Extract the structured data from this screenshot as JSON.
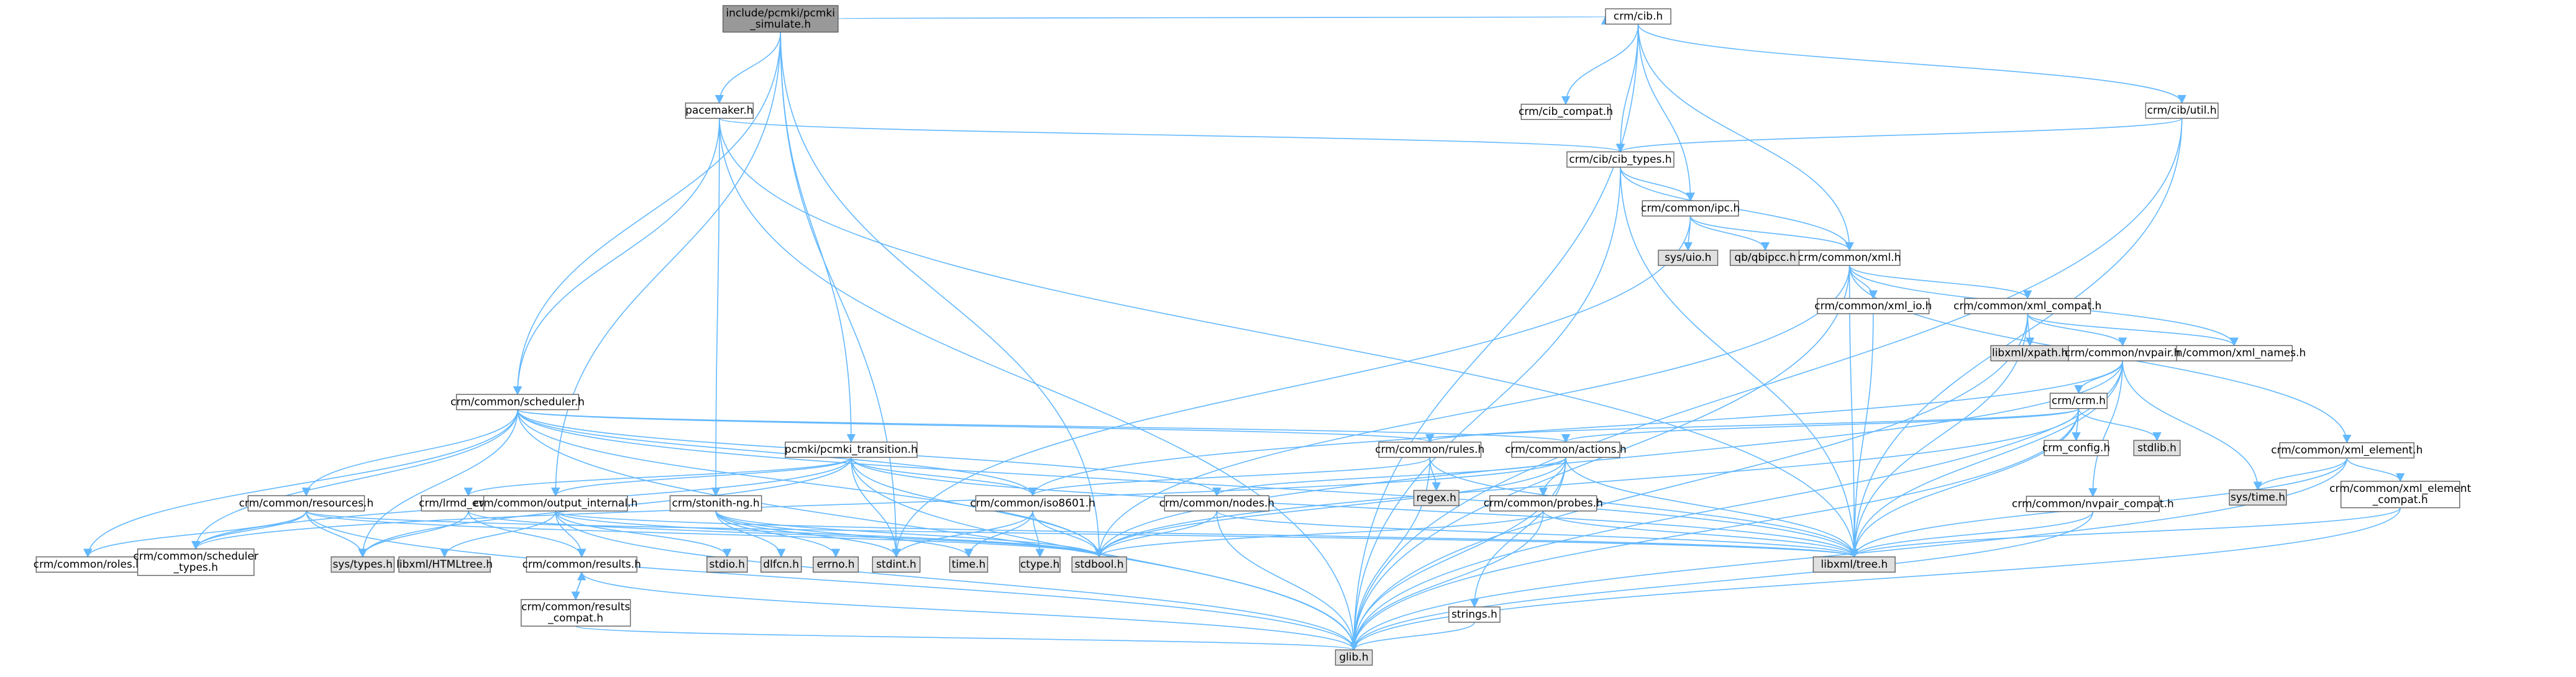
{
  "diagram": {
    "colors": {
      "root_fill": "#999999",
      "node_fill": "#ffffff",
      "system_fill": "#e0e0e0",
      "missing_border": "#ff0000",
      "edge": "#63b8ff"
    },
    "nodes": [
      {
        "id": "root",
        "lines": [
          "include/pcmki/pcmki",
          "_simulate.h"
        ],
        "style": "root"
      },
      {
        "id": "crm_cib",
        "lines": [
          "crm/cib.h"
        ],
        "style": "normal"
      },
      {
        "id": "pacemaker",
        "lines": [
          "pacemaker.h"
        ],
        "style": "normal"
      },
      {
        "id": "cib_compat",
        "lines": [
          "crm/cib_compat.h"
        ],
        "style": "normal"
      },
      {
        "id": "cib_util",
        "lines": [
          "crm/cib/util.h"
        ],
        "style": "normal"
      },
      {
        "id": "cib_types",
        "lines": [
          "crm/cib/cib_types.h"
        ],
        "style": "normal"
      },
      {
        "id": "ipc",
        "lines": [
          "crm/common/ipc.h"
        ],
        "style": "normal"
      },
      {
        "id": "sys_uio",
        "lines": [
          "sys/uio.h"
        ],
        "style": "system"
      },
      {
        "id": "qb_ipcc",
        "lines": [
          "qb/qbipcc.h"
        ],
        "style": "system"
      },
      {
        "id": "xml",
        "lines": [
          "crm/common/xml.h"
        ],
        "style": "normal"
      },
      {
        "id": "xml_io",
        "lines": [
          "crm/common/xml_io.h"
        ],
        "style": "normal"
      },
      {
        "id": "xml_compat",
        "lines": [
          "crm/common/xml_compat.h"
        ],
        "style": "normal"
      },
      {
        "id": "libxml_xpath",
        "lines": [
          "libxml/xpath.h"
        ],
        "style": "system"
      },
      {
        "id": "xml_names",
        "lines": [
          "crm/common/xml_names.h"
        ],
        "style": "normal"
      },
      {
        "id": "nvpair",
        "lines": [
          "crm/common/nvpair.h"
        ],
        "style": "normal"
      },
      {
        "id": "crm_h",
        "lines": [
          "crm/crm.h"
        ],
        "style": "missing"
      },
      {
        "id": "crm_config",
        "lines": [
          "crm_config.h"
        ],
        "style": "normal"
      },
      {
        "id": "stdlib",
        "lines": [
          "stdlib.h"
        ],
        "style": "system"
      },
      {
        "id": "xml_element",
        "lines": [
          "crm/common/xml_element.h"
        ],
        "style": "normal"
      },
      {
        "id": "sys_time",
        "lines": [
          "sys/time.h"
        ],
        "style": "system"
      },
      {
        "id": "xml_element_compat",
        "lines": [
          "crm/common/xml_element",
          "_compat.h"
        ],
        "style": "normal"
      },
      {
        "id": "nvpair_compat",
        "lines": [
          "crm/common/nvpair_compat.h"
        ],
        "style": "normal"
      },
      {
        "id": "scheduler",
        "lines": [
          "crm/common/scheduler.h"
        ],
        "style": "normal"
      },
      {
        "id": "pcmki_transition",
        "lines": [
          "pcmki/pcmki_transition.h"
        ],
        "style": "normal"
      },
      {
        "id": "rules",
        "lines": [
          "crm/common/rules.h"
        ],
        "style": "normal"
      },
      {
        "id": "actions",
        "lines": [
          "crm/common/actions.h"
        ],
        "style": "normal"
      },
      {
        "id": "regex",
        "lines": [
          "regex.h"
        ],
        "style": "system"
      },
      {
        "id": "resources",
        "lines": [
          "crm/common/resources.h"
        ],
        "style": "normal"
      },
      {
        "id": "lrmd_events",
        "lines": [
          "crm/lrmd_events.h"
        ],
        "style": "normal"
      },
      {
        "id": "output_internal",
        "lines": [
          "crm/common/output_internal.h"
        ],
        "style": "normal"
      },
      {
        "id": "stonith_ng",
        "lines": [
          "crm/stonith-ng.h"
        ],
        "style": "normal"
      },
      {
        "id": "iso8601",
        "lines": [
          "crm/common/iso8601.h"
        ],
        "style": "normal"
      },
      {
        "id": "nodes",
        "lines": [
          "crm/common/nodes.h"
        ],
        "style": "normal"
      },
      {
        "id": "probes",
        "lines": [
          "crm/common/probes.h"
        ],
        "style": "normal"
      },
      {
        "id": "roles",
        "lines": [
          "crm/common/roles.h"
        ],
        "style": "normal"
      },
      {
        "id": "scheduler_types",
        "lines": [
          "crm/common/scheduler",
          "_types.h"
        ],
        "style": "normal"
      },
      {
        "id": "sys_types",
        "lines": [
          "sys/types.h"
        ],
        "style": "system"
      },
      {
        "id": "libxml_htmltree",
        "lines": [
          "libxml/HTMLtree.h"
        ],
        "style": "system"
      },
      {
        "id": "results",
        "lines": [
          "crm/common/results.h"
        ],
        "style": "normal"
      },
      {
        "id": "stdio",
        "lines": [
          "stdio.h"
        ],
        "style": "system"
      },
      {
        "id": "dlfcn",
        "lines": [
          "dlfcn.h"
        ],
        "style": "system"
      },
      {
        "id": "errno",
        "lines": [
          "errno.h"
        ],
        "style": "system"
      },
      {
        "id": "stdint",
        "lines": [
          "stdint.h"
        ],
        "style": "system"
      },
      {
        "id": "time_h",
        "lines": [
          "time.h"
        ],
        "style": "system"
      },
      {
        "id": "ctype",
        "lines": [
          "ctype.h"
        ],
        "style": "system"
      },
      {
        "id": "stdbool",
        "lines": [
          "stdbool.h"
        ],
        "style": "system"
      },
      {
        "id": "libxml_tree",
        "lines": [
          "libxml/tree.h"
        ],
        "style": "system"
      },
      {
        "id": "results_compat",
        "lines": [
          "crm/common/results",
          "_compat.h"
        ],
        "style": "normal"
      },
      {
        "id": "strings",
        "lines": [
          "strings.h"
        ],
        "style": "normal"
      },
      {
        "id": "glib",
        "lines": [
          "glib.h"
        ],
        "style": "system"
      }
    ],
    "edges": [
      [
        "root",
        "crm_cib"
      ],
      [
        "root",
        "pacemaker"
      ],
      [
        "root",
        "scheduler"
      ],
      [
        "root",
        "pcmki_transition"
      ],
      [
        "root",
        "output_internal"
      ],
      [
        "root",
        "stdint"
      ],
      [
        "root",
        "stdbool"
      ],
      [
        "crm_cib",
        "cib_compat"
      ],
      [
        "crm_cib",
        "cib_util"
      ],
      [
        "crm_cib",
        "cib_types"
      ],
      [
        "crm_cib",
        "ipc"
      ],
      [
        "crm_cib",
        "xml"
      ],
      [
        "crm_cib",
        "glib"
      ],
      [
        "cib_util",
        "cib_types"
      ],
      [
        "cib_util",
        "libxml_tree"
      ],
      [
        "cib_util",
        "glib"
      ],
      [
        "pacemaker",
        "cib_types"
      ],
      [
        "pacemaker",
        "scheduler"
      ],
      [
        "pacemaker",
        "stonith_ng"
      ],
      [
        "pacemaker",
        "glib"
      ],
      [
        "pacemaker",
        "libxml_tree"
      ],
      [
        "cib_types",
        "ipc"
      ],
      [
        "cib_types",
        "xml"
      ],
      [
        "cib_types",
        "glib"
      ],
      [
        "cib_types",
        "libxml_tree"
      ],
      [
        "ipc",
        "sys_uio"
      ],
      [
        "ipc",
        "qb_ipcc"
      ],
      [
        "ipc",
        "xml"
      ],
      [
        "ipc",
        "stdint"
      ],
      [
        "xml",
        "xml_io"
      ],
      [
        "xml",
        "xml_compat"
      ],
      [
        "xml",
        "xml_names"
      ],
      [
        "xml",
        "xml_element"
      ],
      [
        "xml",
        "libxml_tree"
      ],
      [
        "xml",
        "glib"
      ],
      [
        "xml",
        "stdbool"
      ],
      [
        "xml_io",
        "libxml_tree"
      ],
      [
        "xml_compat",
        "libxml_xpath"
      ],
      [
        "xml_compat",
        "nvpair"
      ],
      [
        "xml_compat",
        "xml_names"
      ],
      [
        "xml_compat",
        "libxml_tree"
      ],
      [
        "xml_compat",
        "glib"
      ],
      [
        "nvpair",
        "crm_h"
      ],
      [
        "nvpair",
        "sys_time"
      ],
      [
        "nvpair",
        "nvpair_compat"
      ],
      [
        "nvpair",
        "glib"
      ],
      [
        "nvpair",
        "libxml_tree"
      ],
      [
        "nvpair",
        "iso8601"
      ],
      [
        "nvpair",
        "stdbool"
      ],
      [
        "crm_h",
        "crm_config"
      ],
      [
        "crm_h",
        "stdlib"
      ],
      [
        "crm_h",
        "actions"
      ],
      [
        "crm_h",
        "rules"
      ],
      [
        "crm_h",
        "glib"
      ],
      [
        "crm_h",
        "libxml_tree"
      ],
      [
        "crm_h",
        "stdbool"
      ],
      [
        "xml_element",
        "sys_time"
      ],
      [
        "xml_element",
        "xml_element_compat"
      ],
      [
        "xml_element",
        "libxml_tree"
      ],
      [
        "xml_element",
        "glib"
      ],
      [
        "xml_element_compat",
        "libxml_tree"
      ],
      [
        "xml_element_compat",
        "glib"
      ],
      [
        "nvpair_compat",
        "libxml_tree"
      ],
      [
        "nvpair_compat",
        "glib"
      ],
      [
        "scheduler",
        "rules"
      ],
      [
        "scheduler",
        "actions"
      ],
      [
        "scheduler",
        "resources"
      ],
      [
        "scheduler",
        "nodes"
      ],
      [
        "scheduler",
        "roles"
      ],
      [
        "scheduler",
        "scheduler_types"
      ],
      [
        "scheduler",
        "sys_types"
      ],
      [
        "scheduler",
        "iso8601"
      ],
      [
        "scheduler",
        "glib"
      ],
      [
        "scheduler",
        "libxml_tree"
      ],
      [
        "scheduler",
        "stdbool"
      ],
      [
        "pcmki_transition",
        "lrmd_events"
      ],
      [
        "pcmki_transition",
        "output_internal"
      ],
      [
        "pcmki_transition",
        "iso8601"
      ],
      [
        "pcmki_transition",
        "scheduler_types"
      ],
      [
        "pcmki_transition",
        "sys_types"
      ],
      [
        "pcmki_transition",
        "stdbool"
      ],
      [
        "pcmki_transition",
        "stdint"
      ],
      [
        "pcmki_transition",
        "glib"
      ],
      [
        "pcmki_transition",
        "libxml_tree"
      ],
      [
        "rules",
        "regex"
      ],
      [
        "rules",
        "iso8601"
      ],
      [
        "rules",
        "glib"
      ],
      [
        "rules",
        "libxml_tree"
      ],
      [
        "actions",
        "nodes"
      ],
      [
        "actions",
        "probes"
      ],
      [
        "actions",
        "strings"
      ],
      [
        "actions",
        "glib"
      ],
      [
        "actions",
        "libxml_tree"
      ],
      [
        "actions",
        "stdbool"
      ],
      [
        "actions",
        "scheduler_types"
      ],
      [
        "resources",
        "roles"
      ],
      [
        "resources",
        "scheduler_types"
      ],
      [
        "resources",
        "sys_types"
      ],
      [
        "resources",
        "glib"
      ],
      [
        "resources",
        "libxml_tree"
      ],
      [
        "resources",
        "stdbool"
      ],
      [
        "lrmd_events",
        "results"
      ],
      [
        "lrmd_events",
        "sys_types"
      ],
      [
        "lrmd_events",
        "stdbool"
      ],
      [
        "output_internal",
        "results"
      ],
      [
        "output_internal",
        "libxml_htmltree"
      ],
      [
        "output_internal",
        "stdio"
      ],
      [
        "output_internal",
        "stdbool"
      ],
      [
        "output_internal",
        "glib"
      ],
      [
        "output_internal",
        "libxml_tree"
      ],
      [
        "stonith_ng",
        "dlfcn"
      ],
      [
        "stonith_ng",
        "errno"
      ],
      [
        "stonith_ng",
        "stdint"
      ],
      [
        "stonith_ng",
        "time_h"
      ],
      [
        "stonith_ng",
        "stdbool"
      ],
      [
        "iso8601",
        "ctype"
      ],
      [
        "iso8601",
        "time_h"
      ],
      [
        "iso8601",
        "stdint"
      ],
      [
        "iso8601",
        "stdbool"
      ],
      [
        "nodes",
        "stdbool"
      ],
      [
        "nodes",
        "glib"
      ],
      [
        "nodes",
        "libxml_tree"
      ],
      [
        "probes",
        "stdbool"
      ],
      [
        "probes",
        "glib"
      ],
      [
        "probes",
        "libxml_tree"
      ],
      [
        "results",
        "glib"
      ],
      [
        "results",
        "results_compat"
      ],
      [
        "results_compat",
        "results"
      ],
      [
        "results_compat",
        "glib"
      ],
      [
        "strings",
        "glib"
      ]
    ]
  }
}
